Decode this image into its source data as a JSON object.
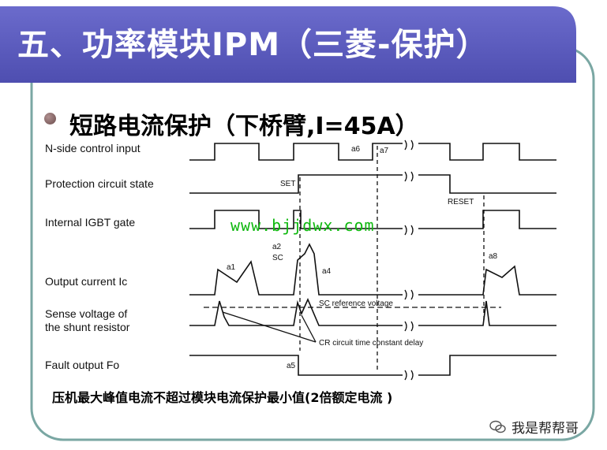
{
  "slide": {
    "title": "五、功率模块IPM（三菱-保护）",
    "heading": "短路电流保护（下桥臂,I=45A）",
    "footer_note": "压机最大峰值电流不超过模块电流保护最小值(2倍额定电流 )",
    "watermark": "www.bjjdwx.com",
    "brand": "我是帮帮哥",
    "colors": {
      "title_bg": "#5b5bbd",
      "card_border": "#7aa7a3",
      "watermark": "#0fb80f"
    }
  },
  "timing_diagram": {
    "signals": [
      {
        "line1": "N-side control input",
        "line2": ""
      },
      {
        "line1": "Protection circuit state",
        "line2": ""
      },
      {
        "line1": "Internal IGBT gate",
        "line2": ""
      },
      {
        "line1": "Output current Ic",
        "line2": ""
      },
      {
        "line1": "Sense voltage of",
        "line2": "the shunt resistor"
      },
      {
        "line1": "Fault output Fo",
        "line2": ""
      }
    ],
    "annotations": {
      "a1": "a1",
      "a2": "a2",
      "a4": "a4",
      "a5": "a5",
      "a6": "a6",
      "a7": "a7",
      "a8": "a8",
      "set": "SET",
      "reset": "RESET",
      "sc": "SC",
      "sc_reference": "SC reference voltage",
      "cr_delay": "CR circuit time constant delay"
    }
  }
}
